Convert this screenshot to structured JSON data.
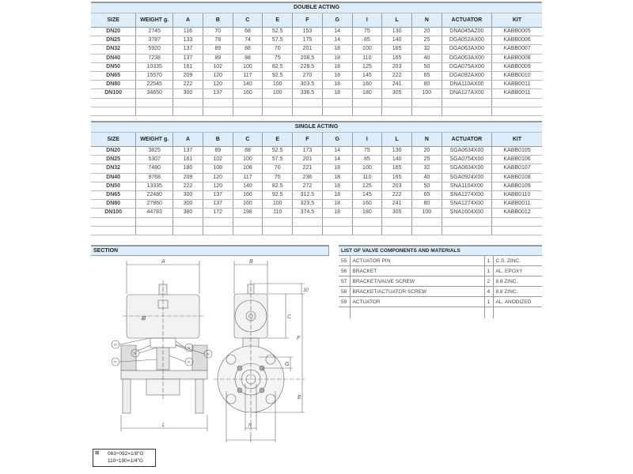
{
  "columns": [
    "SIZE",
    "WEIGHT g.",
    "A",
    "B",
    "C",
    "E",
    "F",
    "G",
    "I",
    "L",
    "N",
    "ACTUATOR",
    "KIT"
  ],
  "double_acting": {
    "title": "DOUBLE ACTING",
    "rows": [
      [
        "DN20",
        "2745",
        "116",
        "70",
        "68",
        "52.5",
        "153",
        "14",
        "75",
        "130",
        "20",
        "DNA045AZ00",
        "KABB0005"
      ],
      [
        "DN25",
        "3787",
        "133",
        "78",
        "74",
        "57.5",
        "175",
        "14",
        "85",
        "140",
        "25",
        "DGA052AX00",
        "KABB0006"
      ],
      [
        "DN32",
        "5920",
        "137",
        "89",
        "88",
        "70",
        "201",
        "18",
        "100",
        "165",
        "32",
        "DGA063AX00",
        "KABB0007"
      ],
      [
        "DN40",
        "7238",
        "137",
        "89",
        "88",
        "75",
        "208.5",
        "18",
        "110",
        "165",
        "40",
        "DGA063AX00",
        "KABB0008"
      ],
      [
        "DN50",
        "10335",
        "161",
        "102",
        "100",
        "82.5",
        "228.5",
        "18",
        "125",
        "203",
        "50",
        "DGA075AX00",
        "KABB0009"
      ],
      [
        "DN65",
        "15570",
        "209",
        "120",
        "117",
        "92.5",
        "270",
        "18",
        "145",
        "222",
        "65",
        "DGA092AX00",
        "KABB0010"
      ],
      [
        "DN80",
        "22545",
        "222",
        "120",
        "140",
        "100",
        "303.5",
        "18",
        "160",
        "241",
        "80",
        "DNA110AX00",
        "KABB0011"
      ],
      [
        "DN100",
        "34650",
        "300",
        "137",
        "160",
        "100",
        "336.5",
        "18",
        "180",
        "305",
        "100",
        "DNA127AX00",
        "KABB0011"
      ]
    ]
  },
  "single_acting": {
    "title": "SINGLE ACTING",
    "rows": [
      [
        "DN20",
        "3825",
        "137",
        "89",
        "88",
        "52.5",
        "173",
        "14",
        "75",
        "130",
        "20",
        "SGA0634X00",
        "KABB0105"
      ],
      [
        "DN25",
        "5307",
        "161",
        "102",
        "100",
        "57.5",
        "201",
        "14",
        "85",
        "140",
        "25",
        "SGA0754X00",
        "KABB0106"
      ],
      [
        "DN32",
        "7480",
        "180",
        "108",
        "108",
        "70",
        "221",
        "18",
        "100",
        "165",
        "32",
        "SGA0834X00",
        "KABB0107"
      ],
      [
        "DN40",
        "9768",
        "209",
        "120",
        "117",
        "75",
        "236",
        "18",
        "110",
        "165",
        "40",
        "SGA0924X00",
        "KABB0108"
      ],
      [
        "DN50",
        "13335",
        "222",
        "120",
        "140",
        "82.5",
        "272",
        "18",
        "125",
        "203",
        "50",
        "SNA1104X00",
        "KABB0109"
      ],
      [
        "DN65",
        "22480",
        "300",
        "137",
        "160",
        "92.5",
        "312.5",
        "18",
        "145",
        "222",
        "65",
        "SNA1274X00",
        "KABB0110"
      ],
      [
        "DN80",
        "27860",
        "300",
        "137",
        "160",
        "100",
        "323.5",
        "18",
        "160",
        "241",
        "80",
        "SNA1274X00",
        "KABB0011"
      ],
      [
        "DN100",
        "44783",
        "380",
        "172",
        "198",
        "110",
        "374.5",
        "18",
        "180",
        "305",
        "100",
        "SNA1604X00",
        "KABB0012"
      ]
    ]
  },
  "section": {
    "title": "SECTION",
    "dims": {
      "A": "A",
      "B": "B",
      "C": "C",
      "E": "E",
      "F": "F",
      "G": "G",
      "I": "I",
      "L": "L",
      "N": "N",
      "h30": "30"
    },
    "callouts": [
      "55",
      "56",
      "57",
      "58",
      "59",
      "56"
    ]
  },
  "components": {
    "title": "LIST OF VALVE COMPONENTS AND MATERIALS",
    "rows": [
      [
        "55",
        "ACTUATOR PIN",
        "1",
        "C.S. ZINC."
      ],
      [
        "56",
        "BRACKET",
        "1",
        "AL. EPOXY"
      ],
      [
        "57",
        "BRACKET/VALVE SCREW",
        "2",
        "8.8 ZINC."
      ],
      [
        "58",
        "BRACKET/ACTUATOR SCREW",
        "4",
        "8.8 ZINC."
      ],
      [
        "59",
        "ACTUATOR",
        "1",
        "AL. ANODIZED"
      ]
    ]
  },
  "note": {
    "symbol": "⊠",
    "line1": "063÷092=1/8\"G",
    "line2": "110÷190=1/4\"G"
  }
}
